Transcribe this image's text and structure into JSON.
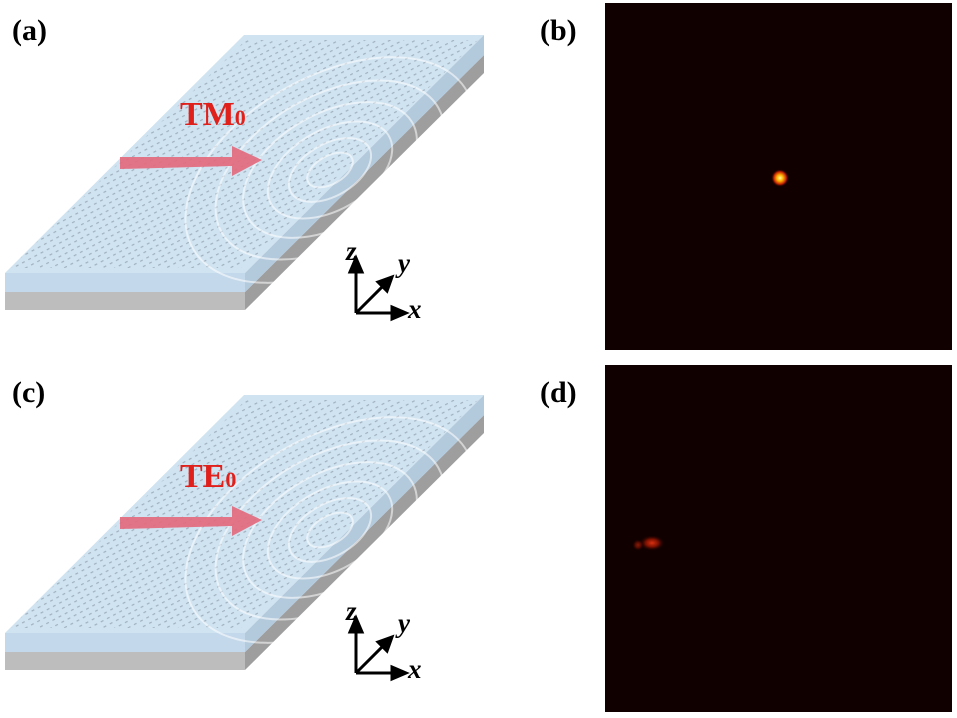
{
  "figure": {
    "panels": [
      {
        "label": "(a)",
        "mode_label": "TM",
        "mode_sub": "0"
      },
      {
        "label": "(b)"
      },
      {
        "label": "(c)",
        "mode_label": "TE",
        "mode_sub": "0"
      },
      {
        "label": "(d)"
      }
    ],
    "axes": {
      "z": "z",
      "y": "y",
      "x": "x"
    },
    "colors": {
      "mode_label": "#e0201b",
      "arrow": "#e0667a",
      "slab_top": "#cfe3f1",
      "substrate": "#b7b7b7",
      "field_bg": "#100000"
    }
  }
}
